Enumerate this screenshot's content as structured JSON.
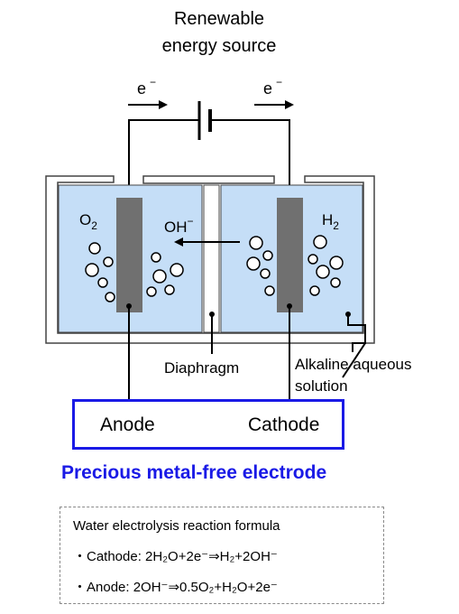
{
  "source_label_line1": "Renewable",
  "source_label_line2": "energy source",
  "electron_left": "e",
  "electron_right": "e",
  "electron_charge": "−",
  "oxygen_label": {
    "base": "O",
    "sub": "2"
  },
  "hydroxide_label": {
    "base": "OH",
    "sup": "−"
  },
  "hydrogen_label": {
    "base": "H",
    "sub": "2"
  },
  "diaphragm_label": "Diaphragm",
  "solution_label_line1": "Alkaline aqueous",
  "solution_label_line2": "solution",
  "anode_label": "Anode",
  "cathode_label": "Cathode",
  "headline": "Precious metal-free electrode",
  "formula": {
    "title": "Water electrolysis reaction formula",
    "cathode_line": "・Cathode: 2H₂O+2e⁻⇒H₂+2OH⁻",
    "anode_line": "・Anode: 2OH⁻⇒0.5O₂+H₂O+2e⁻"
  },
  "colors": {
    "electrolyte": "#c5def7",
    "electrode": "#707070",
    "tank_wall": "#ffffff",
    "accent_blue": "#1a1ae6"
  }
}
